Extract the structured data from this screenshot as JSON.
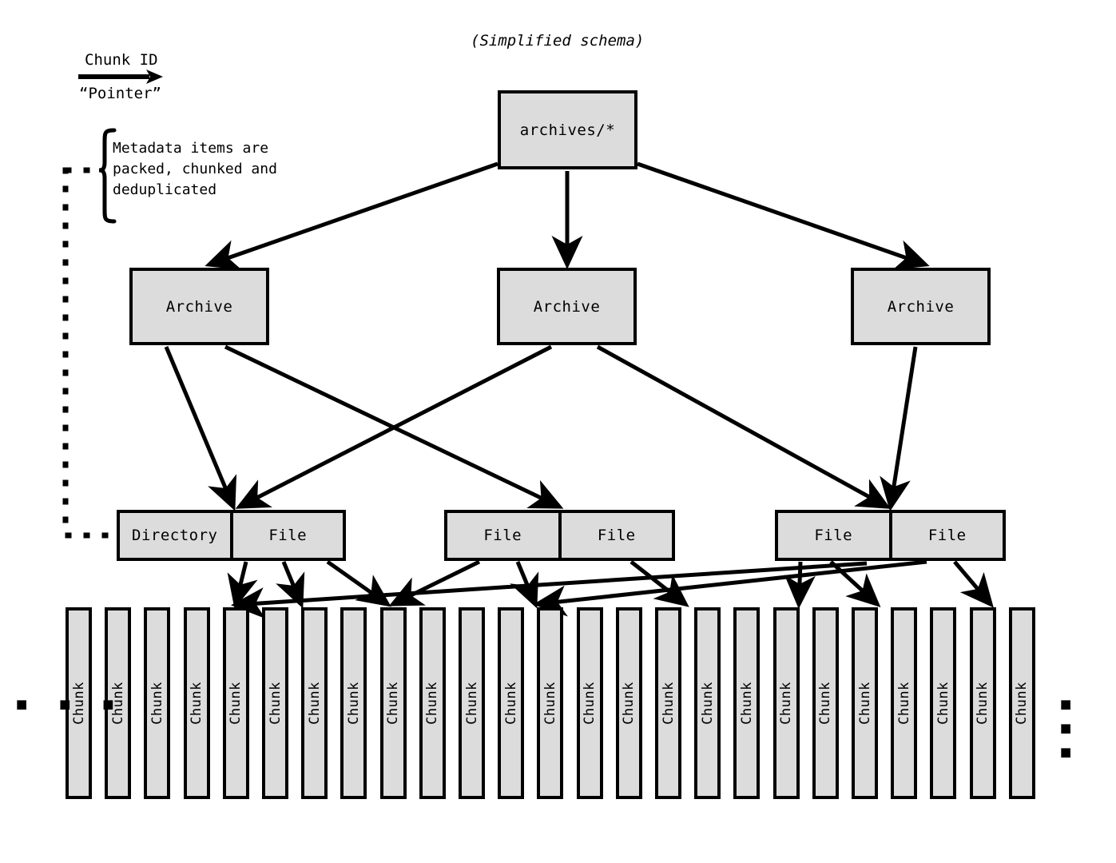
{
  "caption": "(Simplified schema)",
  "legend": {
    "top_label": "Chunk ID",
    "bottom_label": "“Pointer”",
    "arrow_icon": "right-arrow-icon"
  },
  "annotation": {
    "text": "Metadata items are\npacked, chunked and\ndeduplicated",
    "bracket_icon": "curly-brace-icon",
    "dotted_guide_icon": "dotted-line-icon"
  },
  "nodes": {
    "root": {
      "label": "archives/*"
    },
    "archives": [
      {
        "label": "Archive"
      },
      {
        "label": "Archive"
      },
      {
        "label": "Archive"
      }
    ],
    "item_groups": [
      {
        "cells": [
          {
            "label": "Directory"
          },
          {
            "label": "File"
          }
        ]
      },
      {
        "cells": [
          {
            "label": "File"
          },
          {
            "label": "File"
          }
        ]
      },
      {
        "cells": [
          {
            "label": "File"
          },
          {
            "label": "File"
          }
        ]
      }
    ],
    "chunk_label": "Chunk",
    "chunk_count": 25,
    "left_ellipsis": "▪ ▪ ▪",
    "right_ellipsis": "▪ ▪ ▪"
  },
  "colors": {
    "node_fill": "#dcdcdc",
    "stroke": "#000000",
    "background": "#ffffff"
  },
  "chart_data": {
    "type": "diagram",
    "title": "(Simplified schema)",
    "levels": [
      "archives/*",
      "Archive",
      "Directory/File",
      "Chunk"
    ],
    "edges": [
      {
        "from": "archives/*",
        "to": "Archive 1"
      },
      {
        "from": "archives/*",
        "to": "Archive 2"
      },
      {
        "from": "archives/*",
        "to": "Archive 3"
      },
      {
        "from": "Archive 1",
        "to": "Group 1 File"
      },
      {
        "from": "Archive 1",
        "to": "Group 2 File"
      },
      {
        "from": "Archive 2",
        "to": "Group 1 File"
      },
      {
        "from": "Archive 2",
        "to": "Group 3 File"
      },
      {
        "from": "Archive 3",
        "to": "Group 3 File"
      }
    ]
  }
}
